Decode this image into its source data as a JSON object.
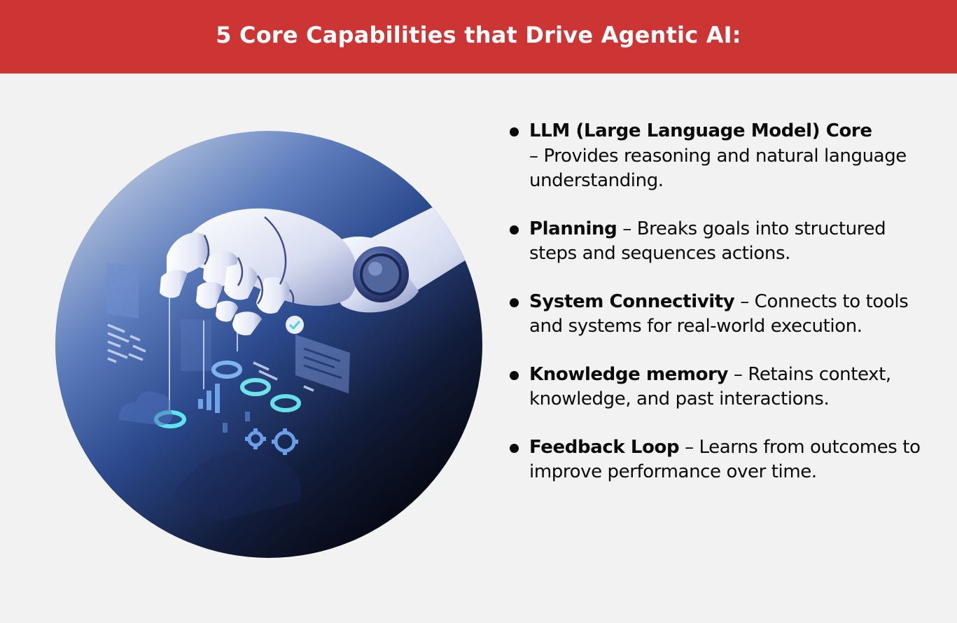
{
  "header": {
    "title": "5 Core Capabilities that Drive Agentic AI:"
  },
  "colors": {
    "header_bg": "#cd3535",
    "page_bg": "#f2f2f2",
    "circle_light": "#b9c6de",
    "circle_mid": "#3c5ea6",
    "circle_dark": "#070a14",
    "accent_cyan": "#5fe3ec",
    "accent_blue": "#7fb3f0"
  },
  "illustration": {
    "subject": "robot-hand-touching-holographic-interface",
    "icons": [
      "robot-hand-icon",
      "gear-icon",
      "cloud-icon",
      "bar-chart-icon",
      "checkmark-icon",
      "document-icon",
      "ring-node-icon"
    ]
  },
  "capabilities": [
    {
      "name": "LLM (Large Language Model) Core",
      "description": "– Provides reasoning and natural language understanding."
    },
    {
      "name": "Planning",
      "description": "– Breaks goals into structured steps and sequences actions."
    },
    {
      "name": "System Connectivity",
      "description": "– Connects to tools and systems for real-world execution."
    },
    {
      "name": "Knowledge memory",
      "description": "– Retains context, knowledge, and past interactions."
    },
    {
      "name": "Feedback Loop",
      "description": "– Learns from outcomes to improve performance over time."
    }
  ]
}
